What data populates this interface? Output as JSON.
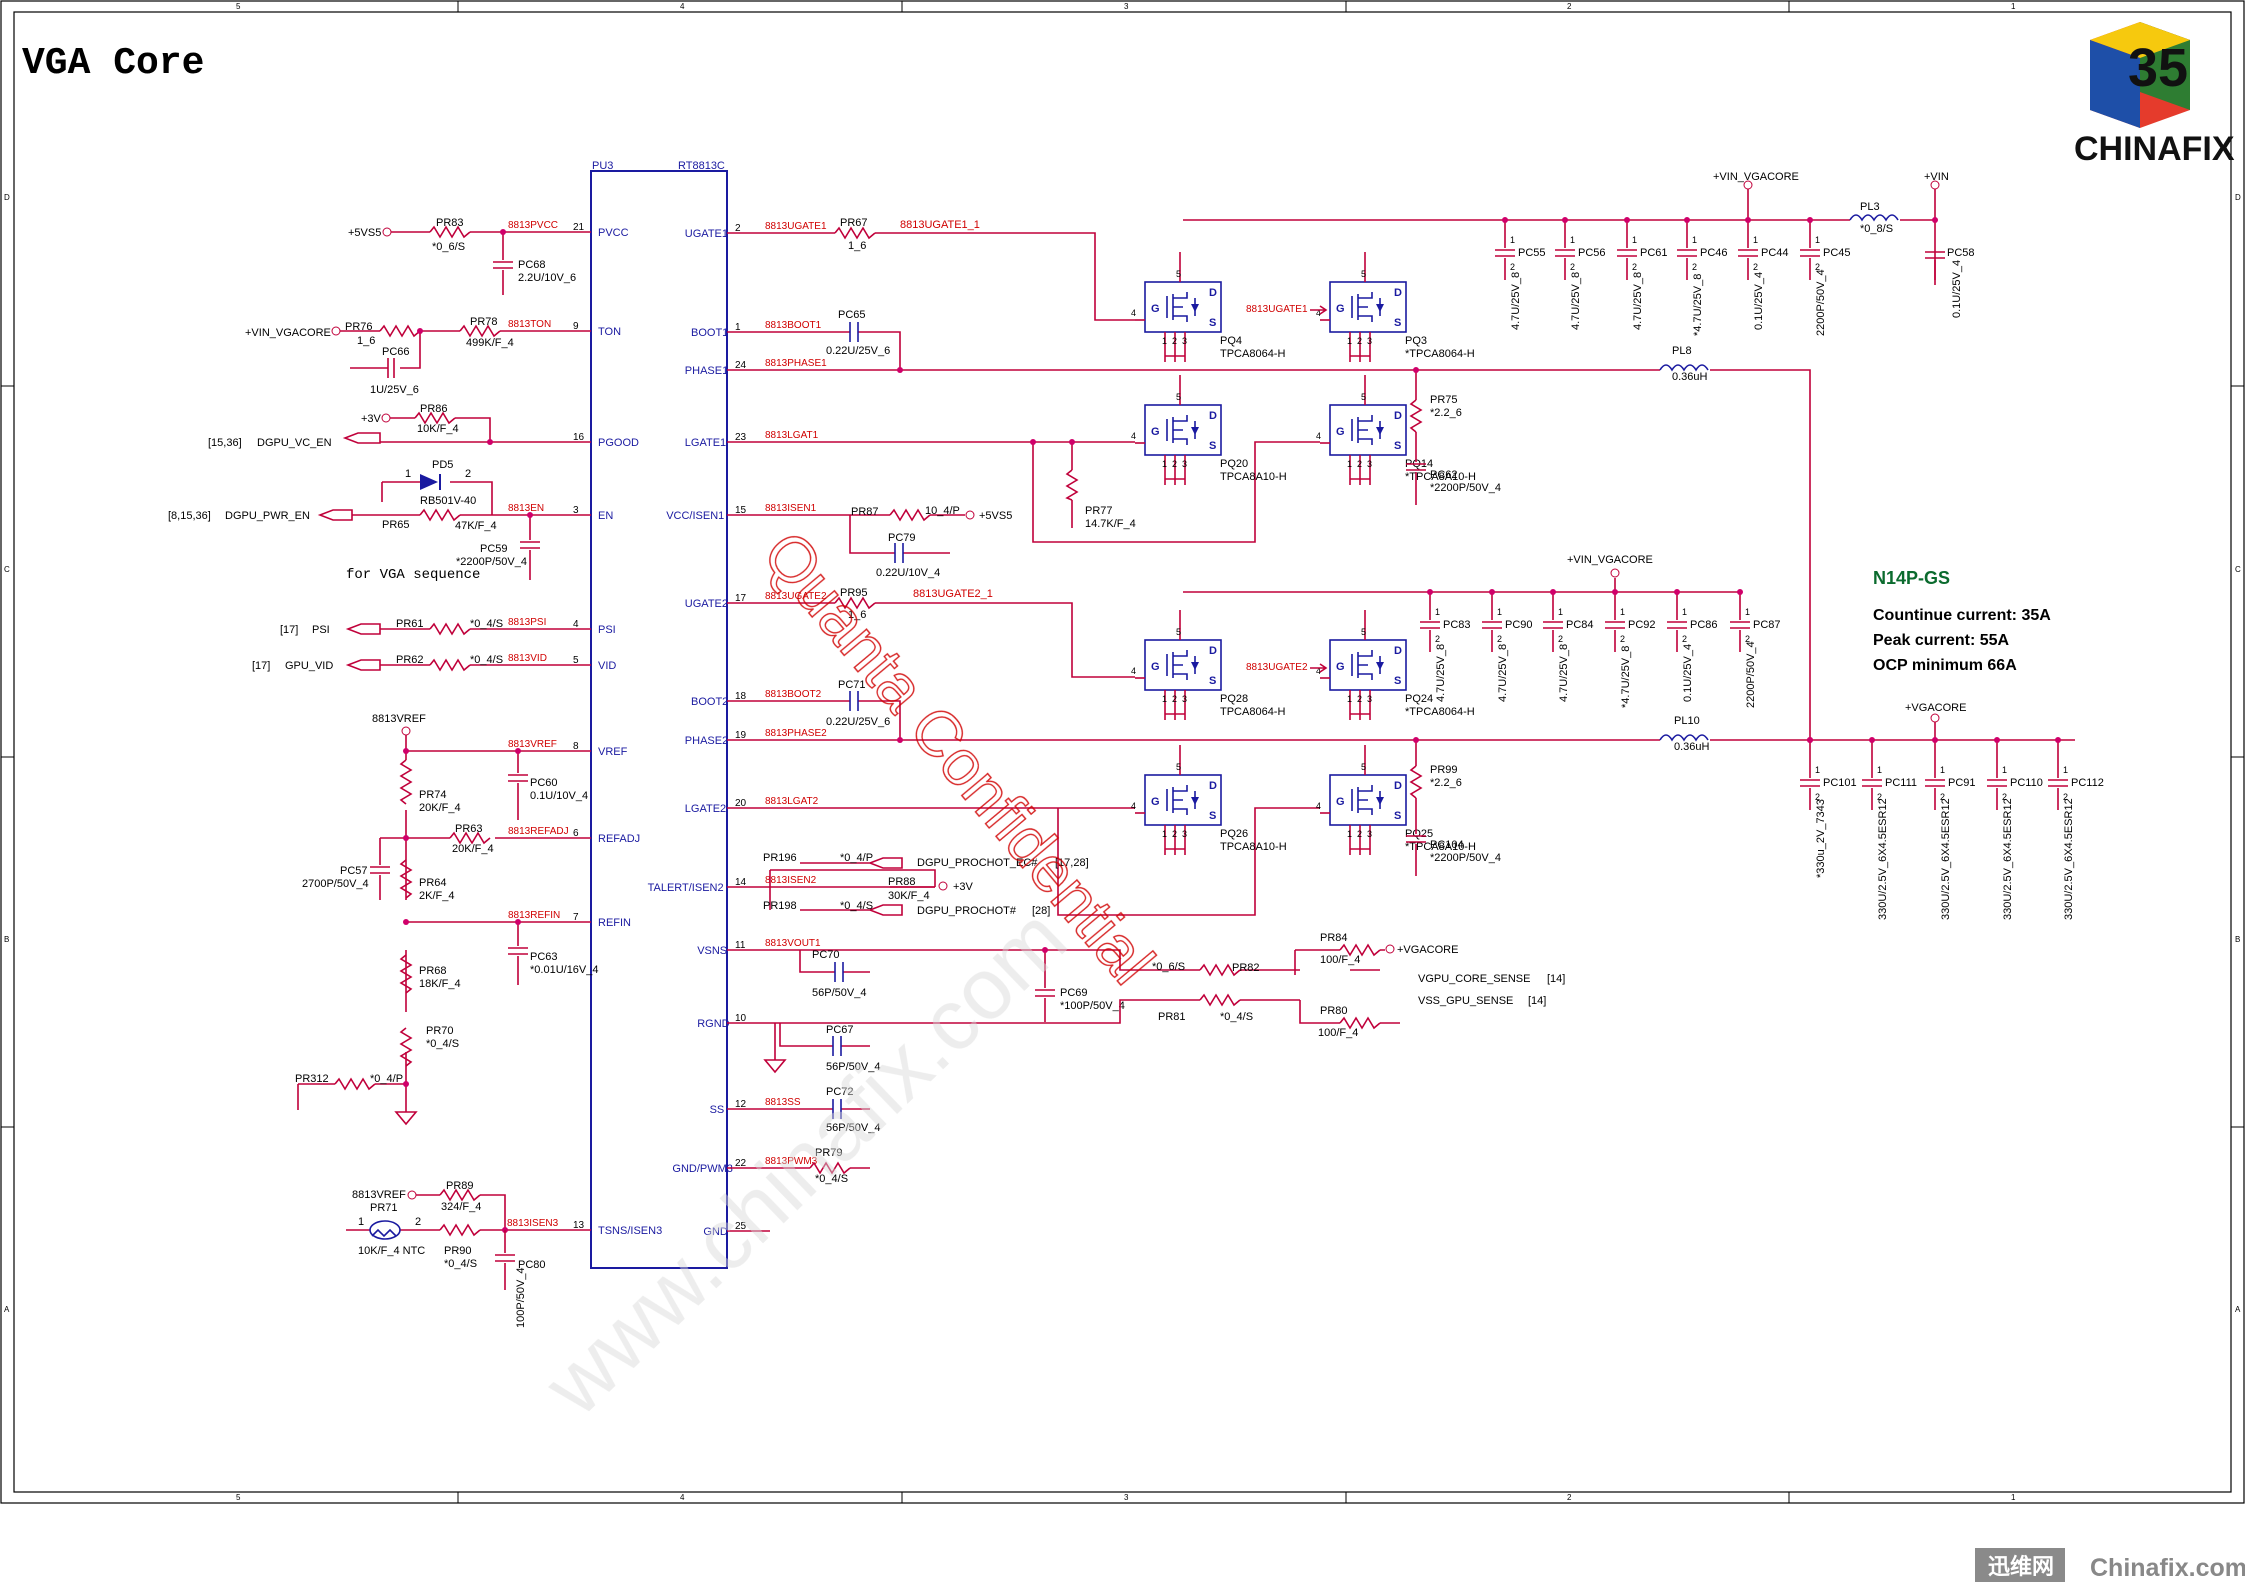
{
  "title": "VGA Core",
  "logo": {
    "number": "35",
    "brand": "CHINAFIX"
  },
  "footer_logo": {
    "left": "迅维网",
    "right": "Chinafix.com"
  },
  "watermark": {
    "line1": "Quanta Confidential",
    "line2": "www.chinafix.com"
  },
  "frame_columns": [
    "5",
    "4",
    "3",
    "2",
    "1"
  ],
  "frame_rows": [
    "D",
    "C",
    "B",
    "A"
  ],
  "ic": {
    "ref": "PU3",
    "part": "RT8813C",
    "left_pins": [
      {
        "num": "21",
        "name": "PVCC",
        "net": "8813PVCC"
      },
      {
        "num": "9",
        "name": "TON",
        "net": "8813TON"
      },
      {
        "num": "16",
        "name": "PGOOD",
        "net": ""
      },
      {
        "num": "3",
        "name": "EN",
        "net": "8813EN"
      },
      {
        "num": "4",
        "name": "PSI",
        "net": "8813PSI"
      },
      {
        "num": "5",
        "name": "VID",
        "net": "8813VID"
      },
      {
        "num": "8",
        "name": "VREF",
        "net": "8813VREF"
      },
      {
        "num": "6",
        "name": "REFADJ",
        "net": "8813REFADJ"
      },
      {
        "num": "7",
        "name": "REFIN",
        "net": "8813REFIN"
      },
      {
        "num": "13",
        "name": "TSNS/ISEN3",
        "net": "8813ISEN3"
      }
    ],
    "right_pins": [
      {
        "num": "2",
        "name": "UGATE1",
        "net": "8813UGATE1"
      },
      {
        "num": "1",
        "name": "BOOT1",
        "net": "8813BOOT1"
      },
      {
        "num": "24",
        "name": "PHASE1",
        "net": "8813PHASE1"
      },
      {
        "num": "23",
        "name": "LGATE1",
        "net": "8813LGAT1"
      },
      {
        "num": "15",
        "name": "VCC/ISEN1",
        "net": "8813ISEN1"
      },
      {
        "num": "17",
        "name": "UGATE2",
        "net": "8813UGATE2"
      },
      {
        "num": "18",
        "name": "BOOT2",
        "net": "8813BOOT2"
      },
      {
        "num": "19",
        "name": "PHASE2",
        "net": "8813PHASE2"
      },
      {
        "num": "20",
        "name": "LGATE2",
        "net": "8813LGAT2"
      },
      {
        "num": "14",
        "name": "TALERT/ISEN2",
        "net": "8813ISEN2"
      },
      {
        "num": "11",
        "name": "VSNS",
        "net": "8813VOUT1"
      },
      {
        "num": "10",
        "name": "RGND",
        "net": ""
      },
      {
        "num": "12",
        "name": "SS",
        "net": "8813SS"
      },
      {
        "num": "22",
        "name": "GND/PWM3",
        "net": "8813PWM3"
      },
      {
        "num": "25",
        "name": "GND",
        "net": ""
      }
    ]
  },
  "left_labels": {
    "p5vs5": "+5VS5",
    "pr83": "PR83",
    "pr83v": "*0_6/S",
    "pc68": "PC68",
    "pc68v": "2.2U/10V_6",
    "vin_vgacore": "+VIN_VGACORE",
    "pr76": "PR76",
    "pr76v": "1_6",
    "pr78": "PR78",
    "pr78v": "499K/F_4",
    "pc66": "PC66",
    "pc66v": "1U/25V_6",
    "p3v": "+3V",
    "pr86": "PR86",
    "pr86v": "10K/F_4",
    "dgpu_vc_en_ref": "[15,36]",
    "dgpu_vc_en": "DGPU_VC_EN",
    "pd5": "PD5",
    "pd5v": "RB501V-40",
    "pd5p1": "1",
    "pd5p2": "2",
    "dgpu_pwr_en_ref": "[8,15,36]",
    "dgpu_pwr_en": "DGPU_PWR_EN",
    "pr65": "PR65",
    "pr65v": "47K/F_4",
    "pc59": "PC59",
    "pc59v": "*2200P/50V_4",
    "seq_note": "for VGA sequence",
    "psi_ref": "[17]",
    "psi": "PSI",
    "pr61": "PR61",
    "pr61v": "*0_4/S",
    "vid_ref": "[17]",
    "vid": "GPU_VID",
    "pr62": "PR62",
    "pr62v": "*0_4/S",
    "vref": "8813VREF",
    "pc60": "PC60",
    "pc60v": "0.1U/10V_4",
    "pr74": "PR74",
    "pr74v": "20K/F_4",
    "pr63": "PR63",
    "pr63v": "20K/F_4",
    "pc57": "PC57",
    "pc57v": "2700P/50V_4",
    "pr64": "PR64",
    "pr64v": "2K/F_4",
    "pc63": "PC63",
    "pc63v": "*0.01U/16V_4",
    "pr68": "PR68",
    "pr68v": "18K/F_4",
    "pr70": "PR70",
    "pr70v": "*0_4/S",
    "pr312": "PR312",
    "pr312v": "*0_4/P",
    "vref2": "8813VREF",
    "pr89": "PR89",
    "pr89v": "324/F_4",
    "pr71": "PR71",
    "pr71v": "10K/F_4 NTC",
    "pr71p1": "1",
    "pr71p2": "2",
    "pr90": "PR90",
    "pr90v": "*0_4/S",
    "pc80": "PC80",
    "pc80v": "100P/50V_4"
  },
  "right_labels": {
    "pr67": "PR67",
    "pr67v": "1_6",
    "ugate1_1": "8813UGATE1_1",
    "pc65": "PC65",
    "pc65v": "0.22U/25V_6",
    "pr87": "PR87",
    "pr87v": "10_4/P",
    "p5vs5": "+5VS5",
    "pc79": "PC79",
    "pc79v": "0.22U/10V_4",
    "pr77": "PR77",
    "pr77v": "14.7K/F_4",
    "pr95": "PR95",
    "pr95v": "1_6",
    "ugate2_1": "8813UGATE2_1",
    "pc71": "PC71",
    "pc71v": "0.22U/25V_6",
    "pr196": "PR196",
    "pr196v": "*0_4/P",
    "prochot_ec": "DGPU_PROCHOT_EC#",
    "prochot_ec_ref": "[17,28]",
    "pr88": "PR88",
    "pr88v": "30K/F_4",
    "p3v": "+3V",
    "pr198": "PR198",
    "pr198v": "*0_4/S",
    "prochot": "DGPU_PROCHOT#",
    "prochot_ref": "[28]",
    "pc70": "PC70",
    "pc70v": "56P/50V_4",
    "pc69": "PC69",
    "pc69v": "*100P/50V_4",
    "pr82": "PR82",
    "pr82v": "*0_6/S",
    "pr84": "PR84",
    "pr84v": "100/F_4",
    "vgacore": "+VGACORE",
    "core_sense": "VGPU_CORE_SENSE",
    "core_sense_ref": "[14]",
    "pr81": "PR81",
    "pr81v": "*0_4/S",
    "pr80": "PR80",
    "pr80v": "100/F_4",
    "vss_sense": "VSS_GPU_SENSE",
    "vss_sense_ref": "[14]",
    "pc67": "PC67",
    "pc67v": "56P/50V_4",
    "pc72": "PC72",
    "pc72v": "56P/50V_4",
    "pr79": "PR79",
    "pr79v": "*0_4/S"
  },
  "power": {
    "vin_vgacore": "+VIN_VGACORE",
    "vin": "+VIN",
    "pl3": "PL3",
    "pl3v": "*0_8/S",
    "pc58": "PC58",
    "pc58v": "0.1U/25V_4",
    "pq4": "PQ4",
    "pq4v": "TPCA8064-H",
    "pq3": "PQ3",
    "pq3v": "*TPCA8064-H",
    "pq20": "PQ20",
    "pq20v": "TPCA8A10-H",
    "pq14": "PQ14",
    "pq14v": "*TPCA8A10-H",
    "pq28": "PQ28",
    "pq28v": "TPCA8064-H",
    "pq24": "PQ24",
    "pq24v": "*TPCA8064-H",
    "pq26": "PQ26",
    "pq26v": "TPCA8A10-H",
    "pq25": "PQ25",
    "pq25v": "*TPCA8A10-H",
    "ug1": "8813UGATE1",
    "ug2": "8813UGATE2",
    "pl8": "PL8",
    "pl8v": "0.36uH",
    "pl10": "PL10",
    "pl10v": "0.36uH",
    "pr75": "PR75",
    "pr75v": "*2.2_6",
    "pc62": "PC62",
    "pc62v": "*2200P/50V_4",
    "pr99": "PR99",
    "pr99v": "*2.2_6",
    "pc104": "PC104",
    "pc104v": "*2200P/50V_4",
    "vin_vgacore2": "+VIN_VGACORE",
    "vgacore": "+VGACORE",
    "caps1": [
      {
        "ref": "PC55",
        "val": "4.7U/25V_8"
      },
      {
        "ref": "PC56",
        "val": "4.7U/25V_8"
      },
      {
        "ref": "PC61",
        "val": "4.7U/25V_8"
      },
      {
        "ref": "PC46",
        "val": "*4.7U/25V_8"
      },
      {
        "ref": "PC44",
        "val": "0.1U/25V_4"
      },
      {
        "ref": "PC45",
        "val": "2200P/50V_4"
      }
    ],
    "caps2": [
      {
        "ref": "PC83",
        "val": "4.7U/25V_8"
      },
      {
        "ref": "PC90",
        "val": "4.7U/25V_8"
      },
      {
        "ref": "PC84",
        "val": "4.7U/25V_8"
      },
      {
        "ref": "PC92",
        "val": "*4.7U/25V_8"
      },
      {
        "ref": "PC86",
        "val": "0.1U/25V_4"
      },
      {
        "ref": "PC87",
        "val": "2200P/50V_4"
      }
    ],
    "caps3": [
      {
        "ref": "PC101",
        "val": "*330u_2V_7343"
      },
      {
        "ref": "PC111",
        "val": "330U/2.5V_6X4.5ESR12"
      },
      {
        "ref": "PC91",
        "val": "330U/2.5V_6X4.5ESR12"
      },
      {
        "ref": "PC110",
        "val": "330U/2.5V_6X4.5ESR12"
      },
      {
        "ref": "PC112",
        "val": "330U/2.5V_6X4.5ESR12"
      }
    ]
  },
  "spec": {
    "name": "N14P-GS",
    "line1": "Countinue current: 35A",
    "line2": "Peak current: 55A",
    "line3": "OCP minimum 66A"
  }
}
